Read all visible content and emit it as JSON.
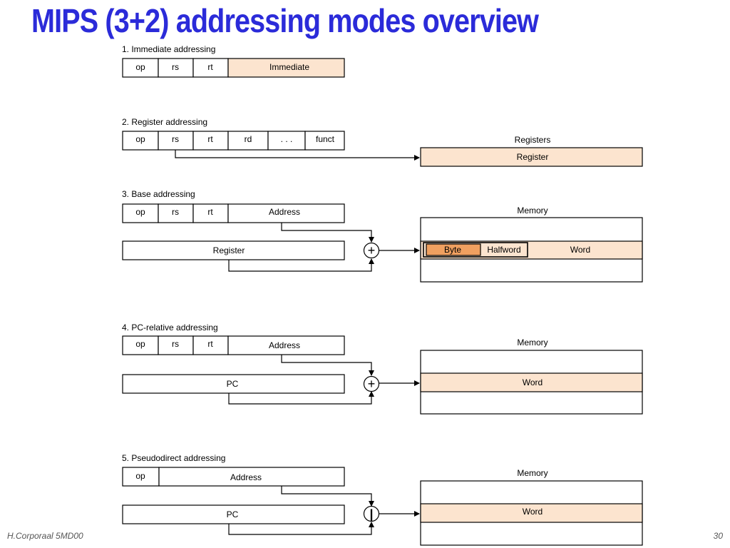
{
  "title": "MIPS (3+2) addressing modes overview",
  "footer": {
    "author": "H.Corporaal  5MD00",
    "page": "30"
  },
  "modes": [
    {
      "label": "1. Immediate addressing",
      "fields": [
        "op",
        "rs",
        "rt",
        "Immediate"
      ]
    },
    {
      "label": "2. Register addressing",
      "fields": [
        "op",
        "rs",
        "rt",
        "rd",
        ". . .",
        "funct"
      ],
      "target_title": "Registers",
      "target_cell": "Register"
    },
    {
      "label": "3. Base addressing",
      "fields": [
        "op",
        "rs",
        "rt",
        "Address"
      ],
      "source_box": "Register",
      "operator": "+",
      "target_title": "Memory",
      "target_cells": [
        "Byte",
        "Halfword",
        "Word"
      ]
    },
    {
      "label": "4. PC-relative addressing",
      "fields": [
        "op",
        "rs",
        "rt",
        "Address"
      ],
      "source_box": "PC",
      "operator": "+",
      "target_title": "Memory",
      "target_cell": "Word"
    },
    {
      "label": "5. Pseudodirect addressing",
      "fields": [
        "op",
        "Address"
      ],
      "source_box": "PC",
      "operator": "|",
      "target_title": "Memory",
      "target_cell": "Word"
    }
  ],
  "colors": {
    "title": "#2b2bd9",
    "highlight": "#fce4cf",
    "byte": "#f0a060"
  }
}
